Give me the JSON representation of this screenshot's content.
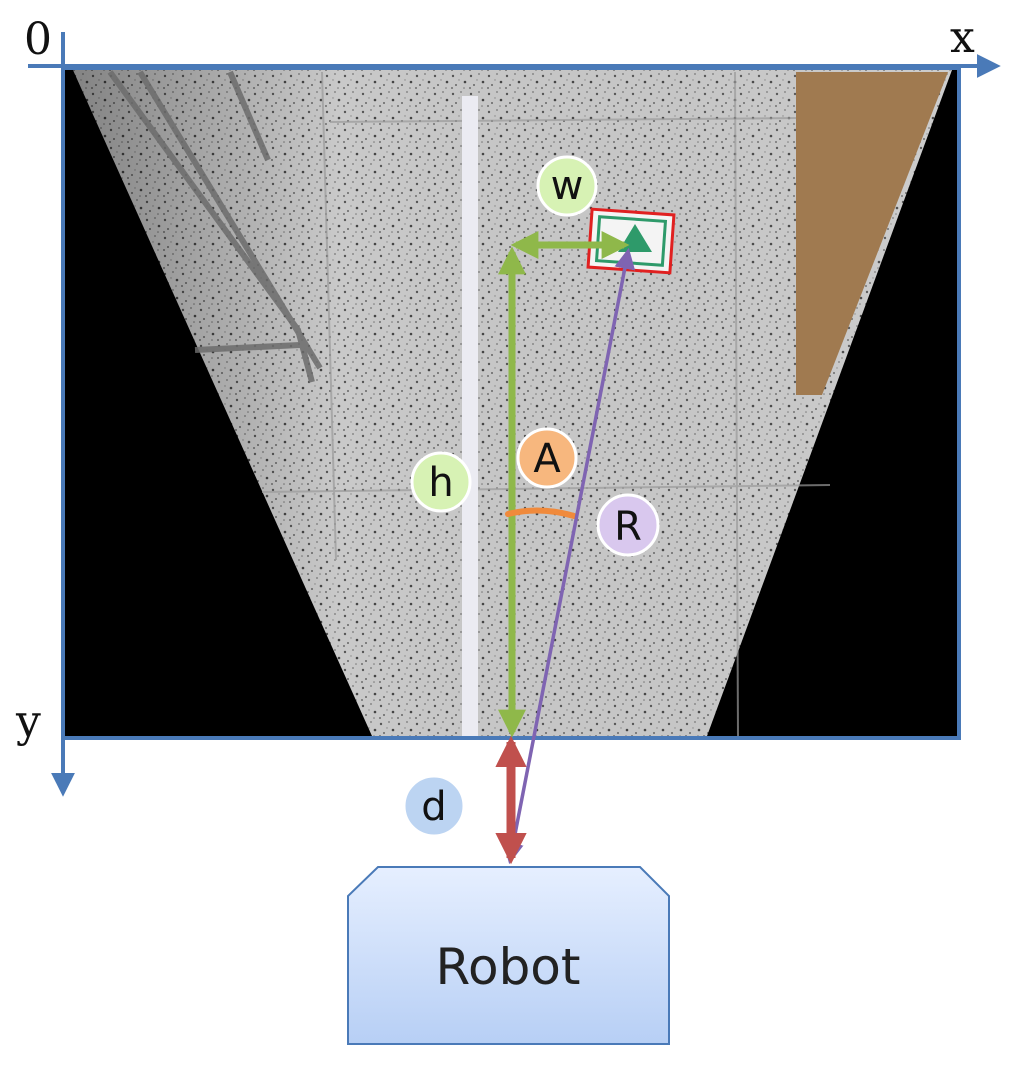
{
  "axes": {
    "origin_label": "0",
    "x_label": "x",
    "y_label": "y"
  },
  "labels": {
    "w": "w",
    "h": "h",
    "A": "A",
    "R": "R",
    "d": "d"
  },
  "robot": {
    "label": "Robot"
  },
  "colors": {
    "axis": "#4a7ab8",
    "width_arrow": "#8fb84a",
    "height_arrow": "#8fb84a",
    "distance_arrow": "#c0504d",
    "range_line": "#7f64b2",
    "angle_arc": "#f08a3c",
    "marker_frame": "#e02020",
    "marker_triangle": "#2e9a6a",
    "badge_w": "#d7f2b4",
    "badge_h": "#d7f2b4",
    "badge_A": "#f7b77e",
    "badge_R": "#d9c8ee",
    "badge_d": "#bcd4f2",
    "robot_fill": "#cfe0fa"
  }
}
